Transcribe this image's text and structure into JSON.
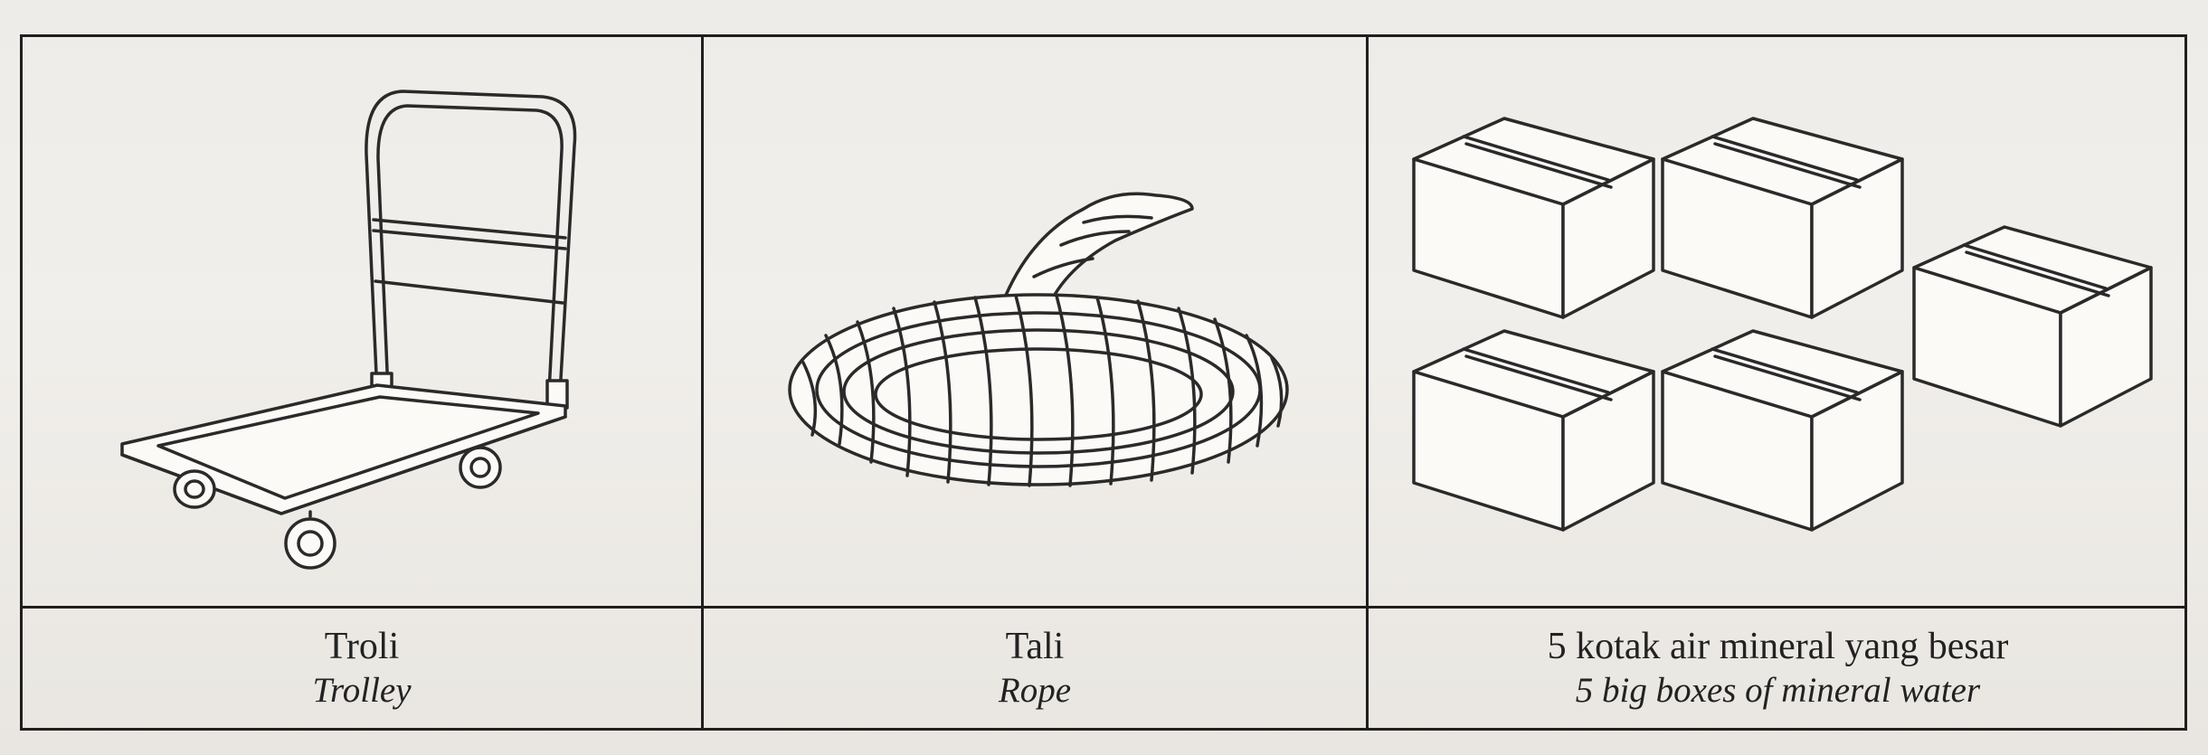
{
  "items": [
    {
      "label": "Troli",
      "translation": "Trolley",
      "icon": "trolley-icon"
    },
    {
      "label": "Tali",
      "translation": "Rope",
      "icon": "rope-icon"
    },
    {
      "label": "5 kotak air mineral yang besar",
      "translation": "5 big boxes of mineral water",
      "icon": "mineral-water-boxes-icon"
    }
  ]
}
